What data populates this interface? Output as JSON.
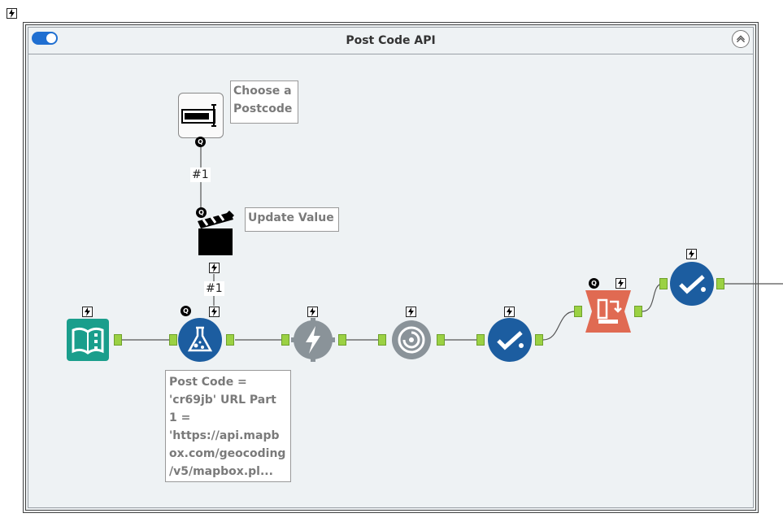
{
  "corner_icon": "bolt-icon",
  "container": {
    "title": "Post Code API",
    "toggle_state": "on",
    "collapse_icon": "chevron-up-icon"
  },
  "annotations": {
    "text_box": "Choose a Postcode",
    "action": "Update Value",
    "formula": "Post Code = 'cr69jb' URL Part 1 = 'https://api.mapbox.com/geocoding/v5/mapbox.pl..."
  },
  "connection_labels": {
    "question_link": "#1",
    "action_link": "#1"
  },
  "tools": [
    {
      "name": "Text Input",
      "icon": "book-icon",
      "color": "#1a9e8c"
    },
    {
      "name": "Formula",
      "icon": "flask-icon",
      "color": "#1c5da0"
    },
    {
      "name": "Download",
      "icon": "lightning-gear-icon",
      "color": "#8a9399"
    },
    {
      "name": "JSON Parse",
      "icon": "gear-swirl-icon",
      "color": "#8a9399"
    },
    {
      "name": "Select",
      "icon": "checkmark-icon",
      "color": "#1c5da0"
    },
    {
      "name": "Cross Tab",
      "icon": "transpose-icon",
      "color": "#e06a52"
    },
    {
      "name": "Select",
      "icon": "checkmark-icon",
      "color": "#1c5da0"
    },
    {
      "name": "Text Box",
      "icon": "text-input-icon",
      "color": "#ffffff"
    },
    {
      "name": "Action",
      "icon": "clapperboard-icon",
      "color": "#000000"
    }
  ],
  "badges": {
    "q": "Q"
  }
}
